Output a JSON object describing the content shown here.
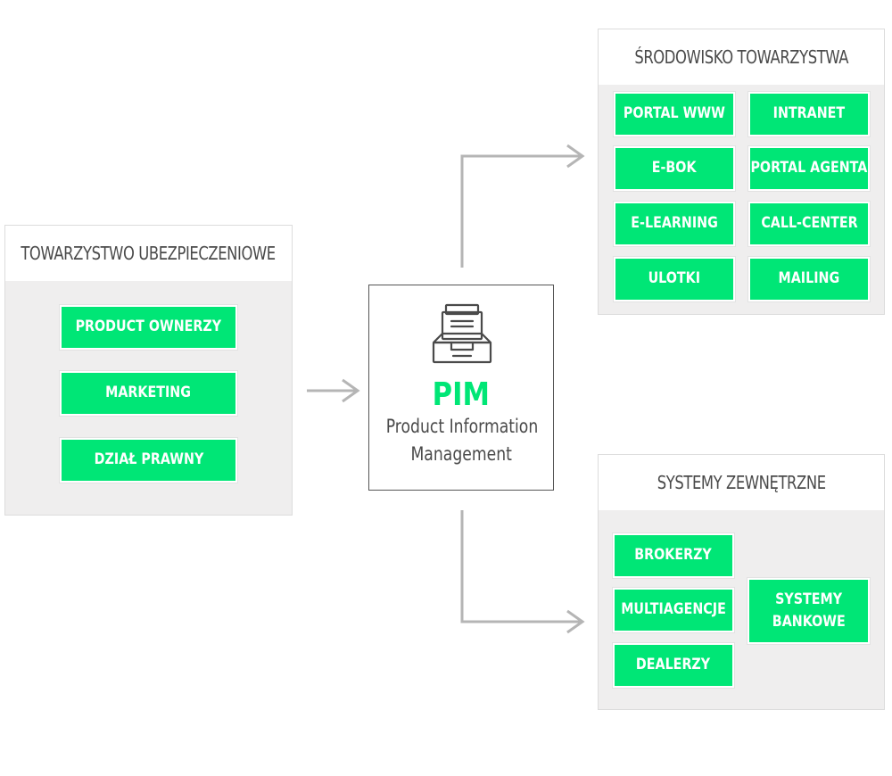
{
  "left_panel": {
    "title": "TOWARZYSTWO UBEZPIECZENIOWE",
    "items": [
      "PRODUCT OWNERZY",
      "MARKETING",
      "DZIAŁ PRAWNY"
    ]
  },
  "center": {
    "title": "PIM",
    "subtitle_line1": "Product Information",
    "subtitle_line2": "Management",
    "icon": "inbox-tray-icon"
  },
  "top_panel": {
    "title": "ŚRODOWISKO TOWARZYSTWA",
    "items": [
      "PORTAL WWW",
      "INTRANET",
      "E-BOK",
      "PORTAL AGENTA",
      "E-LEARNING",
      "CALL-CENTER",
      "ULOTKI",
      "MAILING"
    ]
  },
  "bottom_panel": {
    "title": "SYSTEMY ZEWNĘTRZNE",
    "left_items": [
      "BROKERZY",
      "MULTIAGENCJE",
      "DEALERZY"
    ],
    "right_item_line1": "SYSTEMY",
    "right_item_line2": "BANKOWE"
  },
  "colors": {
    "accent_green": "#00e676",
    "panel_bg": "#efeeee",
    "connector_gray": "#b5b5b5",
    "text_dark": "#4a4a4a"
  }
}
